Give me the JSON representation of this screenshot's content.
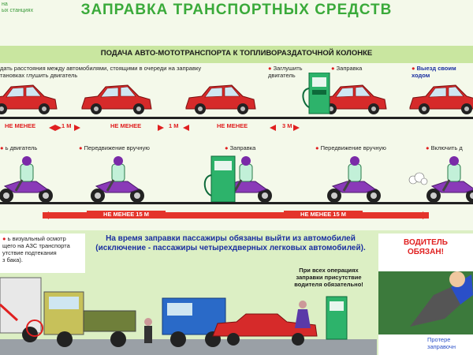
{
  "corner_text": [
    "на",
    "ых станциях"
  ],
  "title": "ЗАПРАВКА  ТРАНСПОРТНЫХ СРЕДСТВ",
  "subtitle": "ПОДАЧА АВТО-МОТОТРАНСПОРТА К ТОПЛИВОРАЗДАТОЧНОЙ КОЛОНКЕ",
  "car_notes": {
    "n1": "дать расстояния между автомобилями, стоящими в очереди на заправку",
    "n2": "тановках глушить двигатель",
    "n3": "Заглушить",
    "n4": "двигатель",
    "n5": "Заправка",
    "n6": "Выезд своим ходом"
  },
  "car_distances": {
    "label": "НЕ МЕНЕЕ",
    "d1": "1 М",
    "d2": "1 М",
    "d3": "3 М"
  },
  "moto_notes": {
    "m1": "ь двигатель",
    "m2": "Передвижение вручную",
    "m3": "Заправка",
    "m4": "Передвижение вручную",
    "m5": "Включить д"
  },
  "moto_distances": {
    "left": "НЕ МЕНЕЕ 15 М",
    "right": "НЕ МЕНЕЕ 15 М"
  },
  "lower": {
    "left_text": [
      "ь визуальный осмотр",
      "щего на АЗС транспорта",
      "утствие подтекания",
      "з бака)."
    ],
    "center_text": [
      "На время заправки пассажиры обязаны выйти из автомобилей",
      "(исключение - пассажиры четырехдверных легковых автомобилей)."
    ],
    "operator_note": [
      "При всех операциях",
      "заправки присутствие",
      "водителя обязательно!"
    ],
    "right_title": [
      "ВОДИТЕЛЬ",
      "ОБЯЗАН!"
    ],
    "right_bottom": [
      "Протере",
      "заправочн"
    ]
  },
  "colors": {
    "title": "#3aaa3a",
    "accent_red": "#e02020",
    "car_red": "#d62a2a",
    "moto_purple": "#8a3ab8",
    "text_blue": "#1a2fa0",
    "band_green": "#c9e6a0"
  }
}
